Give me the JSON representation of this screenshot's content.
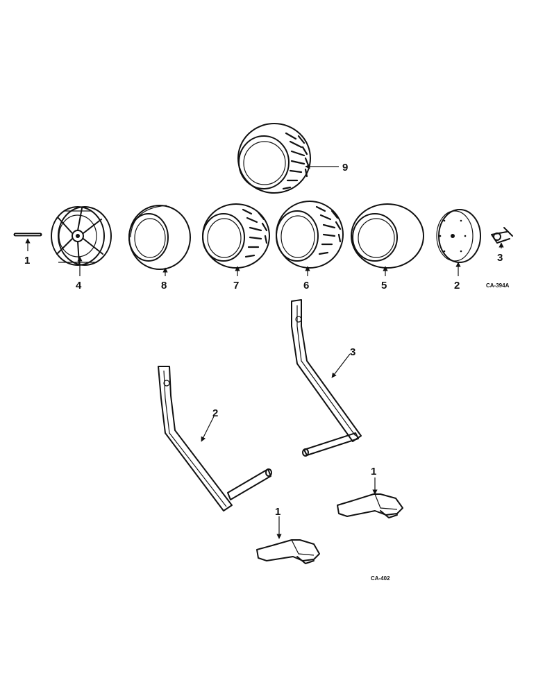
{
  "wheel_group": {
    "callouts": [
      "9",
      "1",
      "4",
      "8",
      "7",
      "6",
      "5",
      "2",
      "3"
    ],
    "code": "CA-394A"
  },
  "axle_group": {
    "callouts": [
      "3",
      "2",
      "1",
      "1"
    ],
    "code": "CA-402"
  }
}
